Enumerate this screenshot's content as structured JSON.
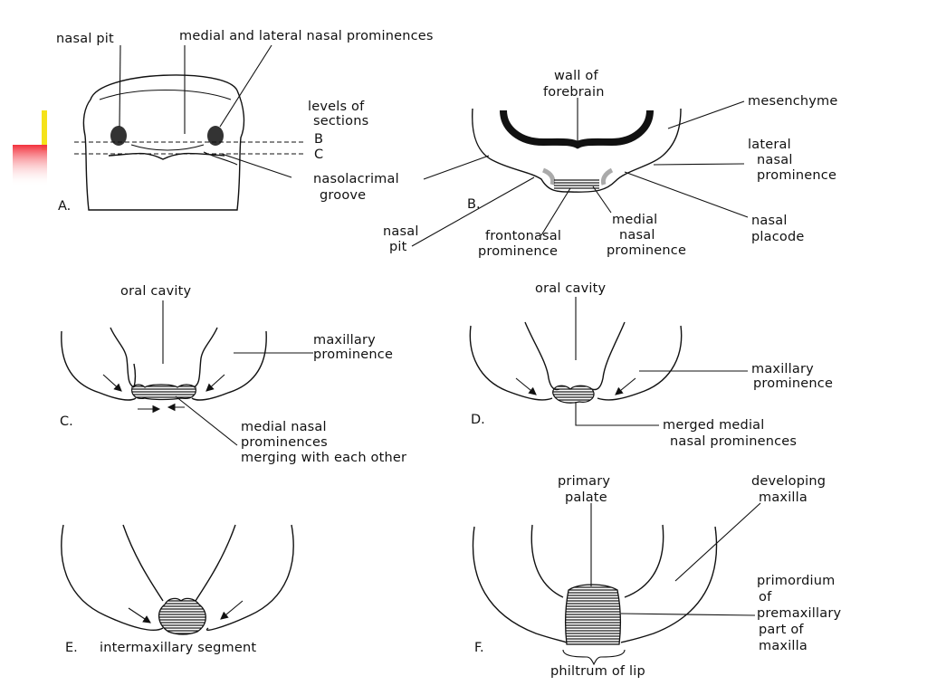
{
  "panels": {
    "A": {
      "letter": "A.",
      "labels": {
        "nasal_pit": "nasal pit",
        "medial_lateral": "medial and lateral nasal prominences",
        "levels_1": "levels of",
        "levels_2": "sections",
        "level_b": "B",
        "level_c": "C",
        "nasolacrimal_1": "nasolacrimal",
        "nasolacrimal_2": "groove"
      }
    },
    "B": {
      "letter": "B.",
      "labels": {
        "wall_1": "wall of",
        "wall_2": "forebrain",
        "mesenchyme": "mesenchyme",
        "lateral_1": "lateral",
        "lateral_2": "nasal",
        "lateral_3": "prominence",
        "nasal_pit_1": "nasal",
        "nasal_pit_2": "pit",
        "frontonasal_1": "frontonasal",
        "frontonasal_2": "prominence",
        "medial_1": "medial",
        "medial_2": "nasal",
        "medial_3": "prominence",
        "placode_1": "nasal",
        "placode_2": "placode"
      }
    },
    "C": {
      "letter": "C.",
      "labels": {
        "oral_cavity": "oral cavity",
        "maxillary_1": "maxillary",
        "maxillary_2": "prominence",
        "merging_1": "medial nasal",
        "merging_2": "prominences",
        "merging_3": "merging with each other"
      }
    },
    "D": {
      "letter": "D.",
      "labels": {
        "oral_cavity": "oral cavity",
        "maxillary_1": "maxillary",
        "maxillary_2": "prominence",
        "merged_1": "merged medial",
        "merged_2": "nasal prominences"
      }
    },
    "E": {
      "letter": "E.",
      "labels": {
        "intermaxillary": "intermaxillary segment"
      }
    },
    "F": {
      "letter": "F.",
      "labels": {
        "primary_1": "primary",
        "primary_2": "palate",
        "developing_1": "developing",
        "developing_2": "maxilla",
        "primordium_1": "primordium",
        "primordium_2": "of",
        "primordium_3": "premaxillary",
        "primordium_4": "part of",
        "primordium_5": "maxilla",
        "philtrum": "philtrum of lip"
      }
    }
  },
  "colors": {
    "ink": "#111111",
    "accent_yellow": "#f5e21a",
    "accent_pink": "#e8303c"
  }
}
